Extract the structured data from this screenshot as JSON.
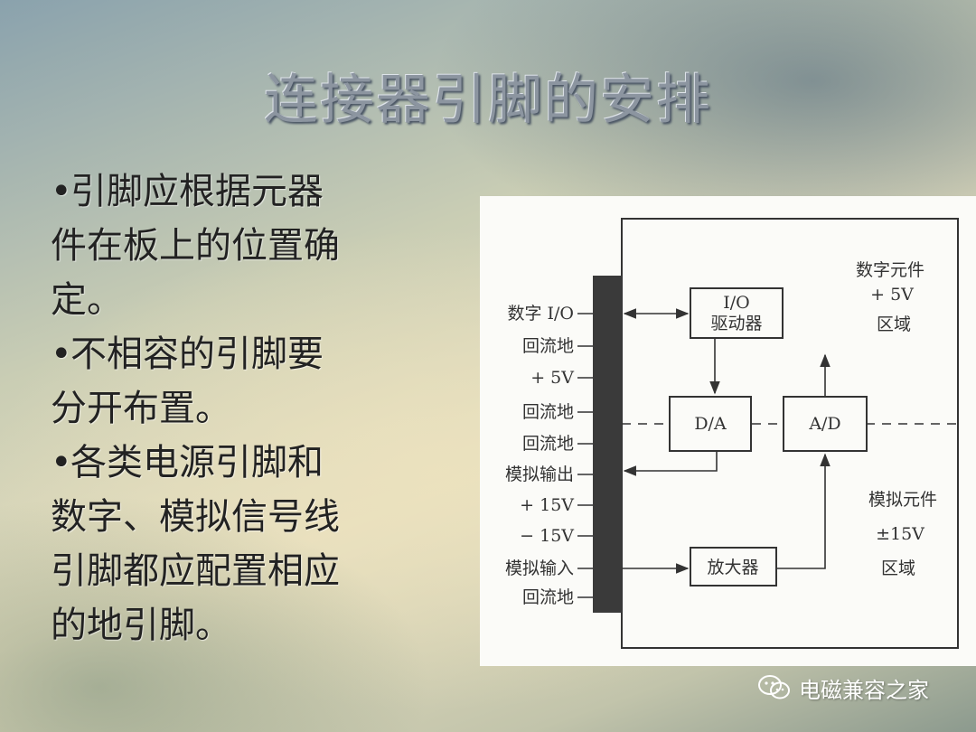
{
  "title": "连接器引脚的安排",
  "bullets": [
    {
      "marker": "•",
      "lines": [
        "引脚应根据元器",
        "件在板上的位置确",
        "定。"
      ]
    },
    {
      "marker": "•",
      "lines": [
        "不相容的引脚要",
        "分开布置。"
      ]
    },
    {
      "marker": "•",
      "lines": [
        "各类电源引脚和",
        "数字、模拟信号线",
        "引脚都应配置相应",
        "的地引脚。"
      ]
    }
  ],
  "diagram": {
    "pins": [
      "数字 I/O",
      "回流地",
      "+ 5V",
      "回流地",
      "回流地",
      "模拟输出",
      "+ 15V",
      "− 15V",
      "模拟输入",
      "回流地"
    ],
    "blocks": {
      "io_driver": [
        "I/O",
        "驱动器"
      ],
      "da": "D/A",
      "ad": "A/D",
      "amp": "放大器"
    },
    "digital_zone": [
      "数字元件",
      "+ 5V",
      "区域"
    ],
    "analog_zone": [
      "模拟元件",
      "±15V",
      "区域"
    ]
  },
  "watermark": {
    "icon": "wechat-icon",
    "text": "电磁兼容之家"
  }
}
